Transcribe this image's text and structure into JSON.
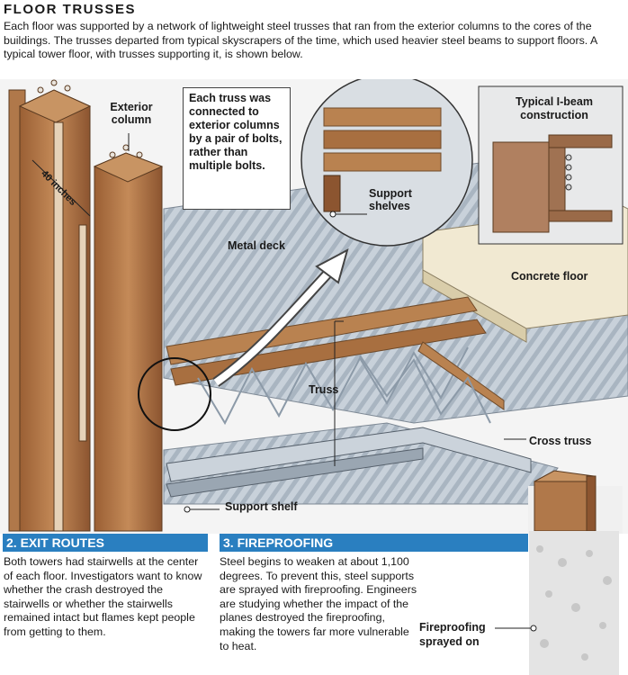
{
  "header": {
    "title": "FLOOR TRUSSES",
    "intro": "Each floor was supported by a network of lightweight steel trusses that ran from the exterior columns to the cores of the buildings. The trusses departed from typical skyscrapers of the time, which used heavier steel beams to support floors. A typical tower floor, with trusses supporting it, is shown below."
  },
  "labels": {
    "exterior_column": "Exterior column",
    "forty_inches": "40 inches",
    "callout_bolts": "Each truss was connected to exterior columns by a pair of bolts, rather than multiple bolts.",
    "support_shelves": "Support shelves",
    "typical_ibeam": "Typical I-beam construction",
    "metal_deck": "Metal deck",
    "concrete_floor": "Concrete floor",
    "truss": "Truss",
    "cross_truss": "Cross truss",
    "support_shelf": "Support shelf",
    "fireproofing": "Fireproofing sprayed on"
  },
  "sections": {
    "exit_routes": {
      "heading": "2. EXIT ROUTES",
      "body": "Both towers had stairwells at the center of each floor. Investigators want to know whether the crash destroyed the stairwells or whether the stairwells remained intact but flames kept people from getting to them."
    },
    "fireproofing": {
      "heading": "3. FIREPROOFING",
      "body": "Steel begins to weaken at about 1,100 degrees. To prevent this, steel supports are sprayed with fireproofing. Engineers are studying whether the impact of the planes destroyed the fireproofing, making the towers far more vulnerable to heat."
    }
  },
  "colors": {
    "section_bar": "#2a7fc0",
    "steel_rust": "#b0784a",
    "deck": "#c3ccd6",
    "concrete": "#f1e9d2"
  }
}
